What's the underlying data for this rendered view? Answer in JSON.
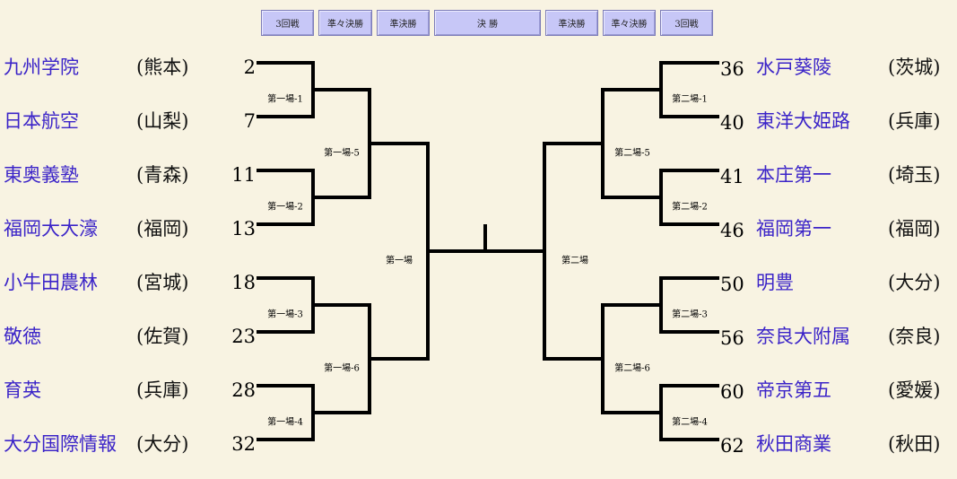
{
  "headers": [
    "3回戦",
    "準々決勝",
    "準決勝",
    "決 勝",
    "準決勝",
    "準々決勝",
    "3回戦"
  ],
  "left_teams": [
    {
      "seed": "2",
      "name": "九州学院",
      "pref": "(熊本)"
    },
    {
      "seed": "7",
      "name": "日本航空",
      "pref": "(山梨)"
    },
    {
      "seed": "11",
      "name": "東奥義塾",
      "pref": "(青森)"
    },
    {
      "seed": "13",
      "name": "福岡大大濠",
      "pref": "(福岡)"
    },
    {
      "seed": "18",
      "name": "小牛田農林",
      "pref": "(宮城)"
    },
    {
      "seed": "23",
      "name": "敬徳",
      "pref": "(佐賀)"
    },
    {
      "seed": "28",
      "name": "育英",
      "pref": "(兵庫)"
    },
    {
      "seed": "32",
      "name": "大分国際情報",
      "pref": "(大分)"
    }
  ],
  "right_teams": [
    {
      "seed": "36",
      "name": "水戸葵陵",
      "pref": "(茨城)"
    },
    {
      "seed": "40",
      "name": "東洋大姫路",
      "pref": "(兵庫)"
    },
    {
      "seed": "41",
      "name": "本庄第一",
      "pref": "(埼玉)"
    },
    {
      "seed": "46",
      "name": "福岡第一",
      "pref": "(福岡)"
    },
    {
      "seed": "50",
      "name": "明豊",
      "pref": "(大分)"
    },
    {
      "seed": "56",
      "name": "奈良大附属",
      "pref": "(奈良)"
    },
    {
      "seed": "60",
      "name": "帝京第五",
      "pref": "(愛媛)"
    },
    {
      "seed": "62",
      "name": "秋田商業",
      "pref": "(秋田)"
    }
  ],
  "left_labels": [
    "第一場-1",
    "第一場-2",
    "第一場-3",
    "第一場-4",
    "第一場-5",
    "第一場-6",
    "第一場"
  ],
  "right_labels": [
    "第二場-1",
    "第二場-2",
    "第二場-3",
    "第二場-4",
    "第二場-5",
    "第二場-6",
    "第二場"
  ]
}
